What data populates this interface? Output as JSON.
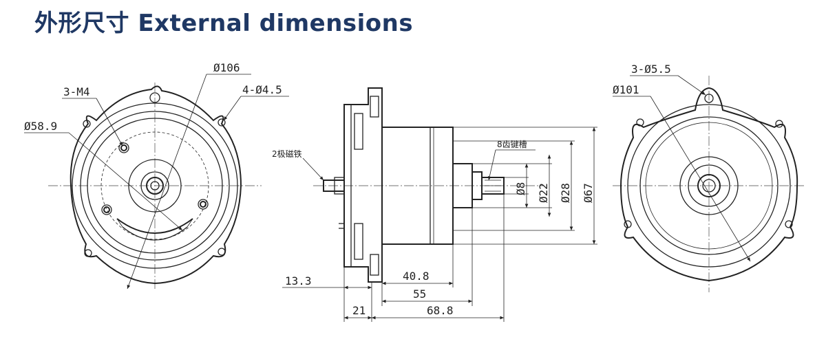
{
  "title": "外形尺寸 External dimensions",
  "front_view": {
    "labels": {
      "d106": "Ø106",
      "m4": "3-M4",
      "holes": "4-Ø4.5",
      "d589": "Ø58.9"
    }
  },
  "side_view": {
    "labels": {
      "magnet": "2极磁铁",
      "spline": "8齿键槽",
      "d8": "Ø8",
      "d22": "Ø22",
      "d28": "Ø28",
      "d67": "Ø67",
      "l133": "13.3",
      "l408": "40.8",
      "l55": "55",
      "l21": "21",
      "l688": "68.8"
    }
  },
  "rear_view": {
    "labels": {
      "holes": "3-Ø5.5",
      "d101": "Ø101"
    }
  }
}
